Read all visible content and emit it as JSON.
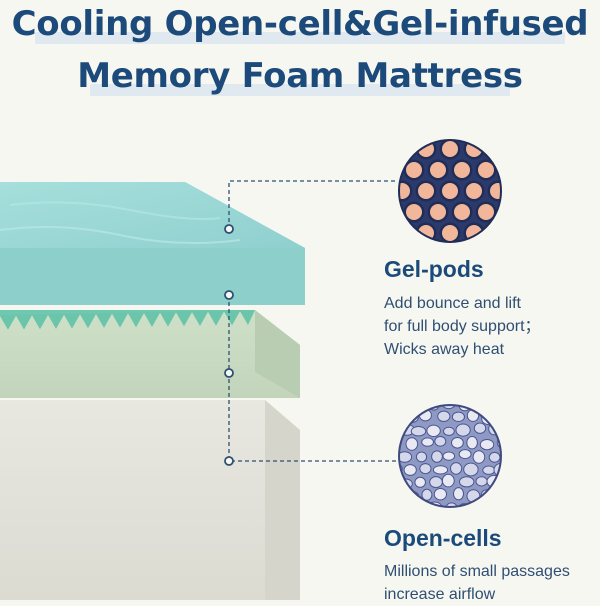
{
  "title": {
    "line1": "Cooling Open-cell&Gel-infused",
    "line2": "Memory Foam Mattress"
  },
  "features": [
    {
      "name": "Gel-pods",
      "lines": [
        "Add bounce and lift",
        "for full body support；",
        "Wicks away heat"
      ]
    },
    {
      "name": "Open-cells",
      "lines": [
        "Millions of small passages",
        "increase airflow"
      ]
    }
  ],
  "colors": {
    "title": "#1c4a7a",
    "top_layer": "#9bd8d6",
    "middle_layer": "#c9dbc2",
    "base_layer": "#e3e2da",
    "gel_circle_bg": "#2b3a6b",
    "gel_pod": "#f2b79b",
    "open_cell_bg": "#8f9ac4"
  },
  "icons": {
    "gel": "gel-pods-closeup-icon",
    "cells": "open-cells-closeup-icon"
  }
}
